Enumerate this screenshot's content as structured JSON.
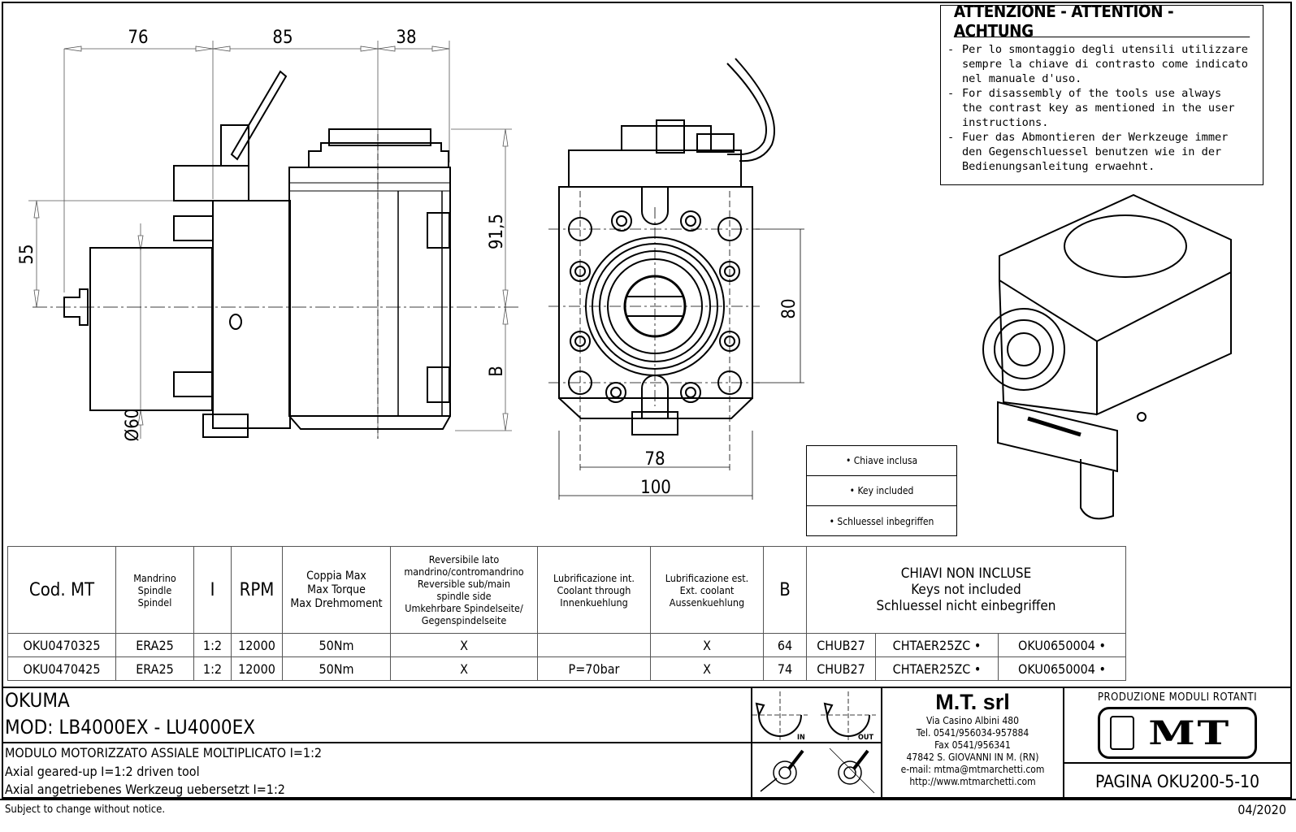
{
  "warning": {
    "title": "ATTENZIONE - ATTENTION - ACHTUNG",
    "items": [
      {
        "dash": "-",
        "lines": [
          "Per lo smontaggio degli utensili utilizzare",
          "sempre la chiave di contrasto come indicato",
          "nel manuale d'uso."
        ]
      },
      {
        "dash": "-",
        "lines": [
          "For disassembly of the tools use always",
          "the contrast key as mentioned in the user",
          "instructions."
        ]
      },
      {
        "dash": "-",
        "lines": [
          "Fuer das Abmontieren der Werkzeuge immer",
          "den Gegenschluessel benutzen wie in der",
          "Bedienungsanleitung erwaehnt."
        ]
      }
    ]
  },
  "dimensions": {
    "side_view": {
      "d76": "76",
      "d85": "85",
      "d38": "38",
      "d55": "55",
      "d915": "91,5",
      "dB": "B",
      "d60": "Ø60"
    },
    "front_view": {
      "d80": "80",
      "d78": "78",
      "d100": "100"
    }
  },
  "key_legend": [
    "• Chiave inclusa",
    "• Key included",
    "• Schluessel inbegriffen"
  ],
  "spec_table": {
    "headers": {
      "cod": "Cod. MT",
      "spindle": [
        "Mandrino",
        "Spindle",
        "Spindel"
      ],
      "ratio": "I",
      "rpm": "RPM",
      "torque": [
        "Coppia Max",
        "Max Torque",
        "Max Drehmoment"
      ],
      "reversible": [
        "Reversibile lato",
        "mandrino/contromandrino",
        "Reversible sub/main",
        "spindle side",
        "Umkehrbare Spindelseite/",
        "Gegenspindelseite"
      ],
      "coolant_int": [
        "Lubrificazione int.",
        "Coolant through",
        "Innenkuehlung"
      ],
      "coolant_ext": [
        "Lubrificazione est.",
        "Ext. coolant",
        "Aussenkuehlung"
      ],
      "b": "B",
      "keys": [
        "CHIAVI NON INCLUSE",
        "Keys not included",
        "Schluessel nicht einbegriffen"
      ]
    },
    "rows": [
      {
        "cod": "OKU0470325",
        "spindle": "ERA25",
        "ratio": "1:2",
        "rpm": "12000",
        "torque": "50Nm",
        "reversible": "X",
        "coolant_int": "",
        "coolant_ext": "X",
        "b": "64",
        "key1": "CHUB27",
        "key2": "CHTAER25ZC •",
        "key3": "OKU0650004 •"
      },
      {
        "cod": "OKU0470425",
        "spindle": "ERA25",
        "ratio": "1:2",
        "rpm": "12000",
        "torque": "50Nm",
        "reversible": "X",
        "coolant_int": "P=70bar",
        "coolant_ext": "X",
        "b": "74",
        "key1": "CHUB27",
        "key2": "CHTAER25ZC •",
        "key3": "OKU0650004 •"
      }
    ]
  },
  "title_block": {
    "brand": "OKUMA",
    "model": "MOD: LB4000EX - LU4000EX",
    "desc_it": "MODULO MOTORIZZATO ASSIALE MOLTIPLICATO I=1:2",
    "desc_en": "Axial geared-up I=1:2 driven tool",
    "desc_de": "Axial angetriebenes Werkzeug uebersetzt I=1:2",
    "rotation_in": "IN",
    "rotation_out": "OUT",
    "company": {
      "name": "M.T. srl",
      "address": "Via Casino Albini 480",
      "tel": "Tel. 0541/956034-957884",
      "fax": "Fax 0541/956341",
      "city": "47842 S. GIOVANNI IN M. (RN)",
      "email": "e-mail: mtma@mtmarchetti.com",
      "web": "http://www.mtmarchetti.com"
    },
    "production_label": "PRODUZIONE MODULI ROTANTI",
    "logo_text": "MT",
    "page": "PAGINA OKU200-5-10"
  },
  "footer": {
    "notice": "Subject to change without notice.",
    "date": "04/2020"
  }
}
